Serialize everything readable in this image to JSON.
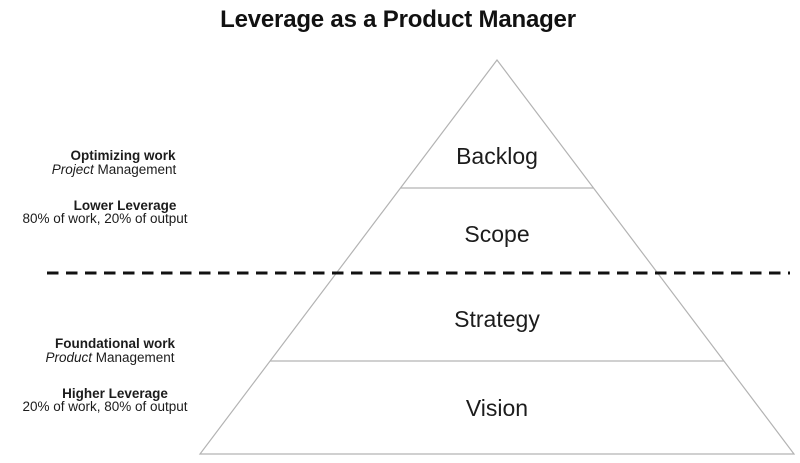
{
  "title": "Leverage as a Product Manager",
  "pyramid": {
    "levels": [
      {
        "label": "Backlog"
      },
      {
        "label": "Scope"
      },
      {
        "label": "Strategy"
      },
      {
        "label": "Vision"
      }
    ]
  },
  "annotations": {
    "upper": {
      "work_type": "Optimizing work",
      "discipline_italic": "Project",
      "discipline_rest": "Management",
      "leverage": "Lower Leverage",
      "ratio": "80% of work, 20% of output"
    },
    "lower": {
      "work_type": "Foundational work",
      "discipline_italic": "Product",
      "discipline_rest": "Management",
      "leverage": "Higher Leverage",
      "ratio": "20% of work, 80% of output"
    }
  },
  "colors": {
    "pyramid_outline": "#b3b3b3",
    "dashed_divider": "#111111",
    "text": "#1c1c1c",
    "background": "#ffffff"
  }
}
